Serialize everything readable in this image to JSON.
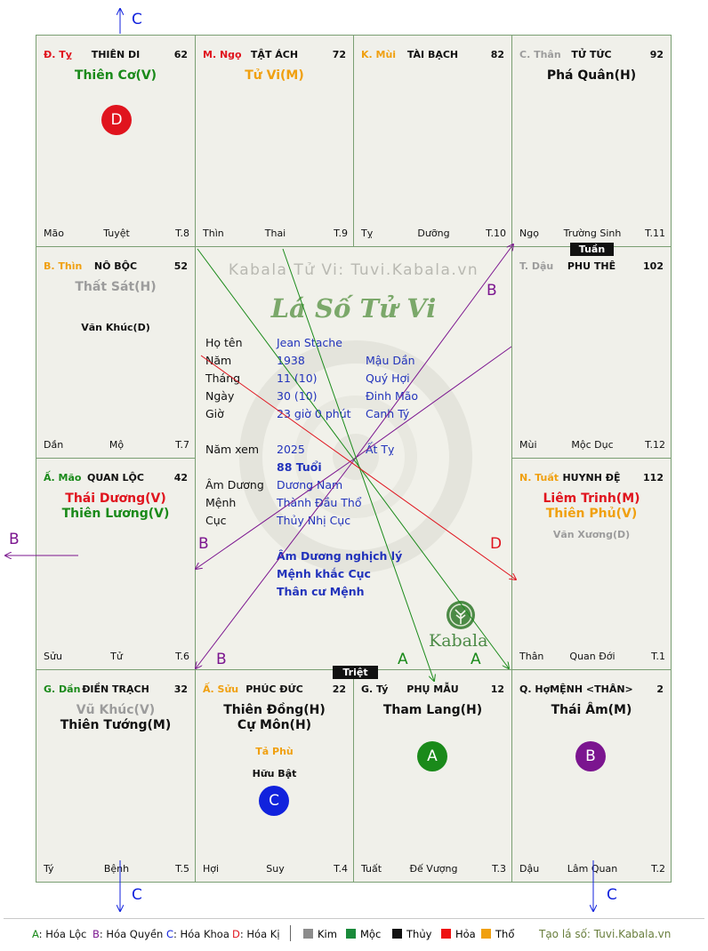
{
  "colors": {
    "green": "#1a8a1a",
    "red": "#e0141e",
    "orange": "#f0a010",
    "gray": "#9c9c9c",
    "purple": "#7b158f",
    "blue": "#2233bb",
    "dark": "#111111"
  },
  "cells": [
    {
      "id": "ty",
      "branch": "Đ. Tỵ",
      "branch_color": "#e0141e",
      "name": "THIÊN DI",
      "age": "62",
      "main": [
        {
          "text": "Thiên Cơ(V)",
          "color": "#1a8a1a"
        }
      ],
      "minor": [],
      "footer": {
        "left": "Mão",
        "mid": "Tuyệt",
        "right": "T.8"
      }
    },
    {
      "id": "ngo",
      "branch": "M. Ngọ",
      "branch_color": "#e0141e",
      "name": "TẬT ÁCH",
      "age": "72",
      "main": [
        {
          "text": "Tử Vi(M)",
          "color": "#f0a010"
        }
      ],
      "minor": [],
      "footer": {
        "left": "Thìn",
        "mid": "Thai",
        "right": "T.9"
      }
    },
    {
      "id": "mui",
      "branch": "K. Mùi",
      "branch_color": "#f0a010",
      "name": "TÀI BẠCH",
      "age": "82",
      "main": [],
      "minor": [],
      "footer": {
        "left": "Tỵ",
        "mid": "Dưỡng",
        "right": "T.10"
      }
    },
    {
      "id": "than",
      "branch": "C. Thân",
      "branch_color": "#9c9c9c",
      "name": "TỬ TỨC",
      "age": "92",
      "main": [
        {
          "text": "Phá Quân(H)",
          "color": "#111111"
        }
      ],
      "minor": [],
      "footer": {
        "left": "Ngọ",
        "mid": "Trường Sinh",
        "right": "T.11"
      }
    },
    {
      "id": "thin",
      "branch": "B. Thìn",
      "branch_color": "#f0a010",
      "name": "NÔ BỘC",
      "age": "52",
      "main": [
        {
          "text": "Thất Sát(H)",
          "color": "#9c9c9c"
        }
      ],
      "minor": [
        {
          "text": "Văn Khúc(D)",
          "color": "#111111"
        }
      ],
      "footer": {
        "left": "Dần",
        "mid": "Mộ",
        "right": "T.7"
      }
    },
    {
      "id": "dau",
      "branch": "T. Dậu",
      "branch_color": "#9c9c9c",
      "name": "PHU THÊ",
      "age": "102",
      "main": [],
      "minor": [],
      "footer": {
        "left": "Mùi",
        "mid": "Mộc Dục",
        "right": "T.12"
      }
    },
    {
      "id": "mao",
      "branch": "Ấ. Mão",
      "branch_color": "#1a8a1a",
      "name": "QUAN LỘC",
      "age": "42",
      "main": [
        {
          "text": "Thái Dương(V)",
          "color": "#e0141e"
        },
        {
          "text": "Thiên Lương(V)",
          "color": "#1a8a1a"
        }
      ],
      "minor": [],
      "footer": {
        "left": "Sửu",
        "mid": "Tử",
        "right": "T.6"
      }
    },
    {
      "id": "tuat",
      "branch": "N. Tuất",
      "branch_color": "#f0a010",
      "name": "HUYNH ĐỆ",
      "age": "112",
      "main": [
        {
          "text": "Liêm Trinh(M)",
          "color": "#e0141e"
        },
        {
          "text": "Thiên Phủ(V)",
          "color": "#f0a010"
        }
      ],
      "minor": [
        {
          "text": "Văn Xương(D)",
          "color": "#9c9c9c"
        }
      ],
      "footer": {
        "left": "Thân",
        "mid": "Quan Đới",
        "right": "T.1"
      }
    },
    {
      "id": "dan",
      "branch": "G. Dần",
      "branch_color": "#1a8a1a",
      "name": "ĐIỀN TRẠCH",
      "age": "32",
      "main": [
        {
          "text": "Vũ Khúc(V)",
          "color": "#9c9c9c"
        },
        {
          "text": "Thiên Tướng(M)",
          "color": "#111111"
        }
      ],
      "minor": [],
      "footer": {
        "left": "Tý",
        "mid": "Bệnh",
        "right": "T.5"
      }
    },
    {
      "id": "suu",
      "branch": "Ấ. Sửu",
      "branch_color": "#f0a010",
      "name": "PHÚC ĐỨC",
      "age": "22",
      "main": [
        {
          "text": "Thiên Đồng(H)",
          "color": "#111111"
        },
        {
          "text": "Cự Môn(H)",
          "color": "#111111"
        }
      ],
      "minor": [
        {
          "text": "Tả Phù",
          "color": "#f0a010"
        },
        {
          "text": "Hữu Bật",
          "color": "#111111"
        }
      ],
      "footer": {
        "left": "Hợi",
        "mid": "Suy",
        "right": "T.4"
      }
    },
    {
      "id": "ty2",
      "branch": "G. Tý",
      "branch_color": "#111111",
      "name": "PHỤ MẪU",
      "age": "12",
      "main": [
        {
          "text": "Tham Lang(H)",
          "color": "#111111"
        }
      ],
      "minor": [],
      "footer": {
        "left": "Tuất",
        "mid": "Đế Vượng",
        "right": "T.3"
      }
    },
    {
      "id": "hoi",
      "branch": "Q. Hợi",
      "branch_color": "#111111",
      "name": "MỆNH <THÂN>",
      "age": "2",
      "main": [
        {
          "text": "Thái Âm(M)",
          "color": "#111111"
        }
      ],
      "minor": [],
      "footer": {
        "left": "Dậu",
        "mid": "Lâm Quan",
        "right": "T.2"
      }
    }
  ],
  "circles": [
    {
      "id": "d",
      "letter": "D",
      "color": "#e0141e"
    },
    {
      "id": "c",
      "letter": "C",
      "color": "#1122dd"
    },
    {
      "id": "a",
      "letter": "A",
      "color": "#1a8a1a"
    },
    {
      "id": "b",
      "letter": "B",
      "color": "#7b158f"
    }
  ],
  "tags": {
    "tuan": "Tuần",
    "triet": "Triệt"
  },
  "center": {
    "watermark": "Kabala Tử Vi: Tuvi.Kabala.vn",
    "title": "Lá Số Tử Vi",
    "rows": [
      {
        "label": "Họ tên",
        "v1": "Jean Stache",
        "v2": ""
      },
      {
        "label": "Năm",
        "v1": "1938",
        "v2": "Mậu Dần"
      },
      {
        "label": "Tháng",
        "v1": "11  (10)",
        "v2": "Quý Hợi"
      },
      {
        "label": "Ngày",
        "v1": "30  (10)",
        "v2": "Đinh Mão"
      },
      {
        "label": "Giờ",
        "v1": "23 giờ 0 phút",
        "v2": "Canh Tý"
      },
      {
        "label": "Năm xem",
        "v1": "2025",
        "v2": "Ất Tỵ"
      },
      {
        "label": "",
        "v1": "88 Tuổi",
        "v2": ""
      },
      {
        "label": "Âm Dương",
        "v1": "Dương Nam",
        "v2": ""
      },
      {
        "label": "Mệnh",
        "v1": "Thành Đầu Thổ",
        "v2": ""
      },
      {
        "label": "Cục",
        "v1": "Thủy Nhị Cục",
        "v2": ""
      }
    ],
    "notes": [
      "Âm Dương nghịch lý",
      "Mệnh khắc Cục",
      "Thân cư Mệnh"
    ],
    "logo_text": "Kabala"
  },
  "arrow_labels": {
    "c": "C",
    "b": "B",
    "a": "A",
    "d": "D"
  },
  "legend": {
    "items": [
      {
        "key": "A",
        "text": ": Hóa Lộc",
        "color": "#1a8a1a"
      },
      {
        "key": "B",
        "text": ": Hóa Quyền",
        "color": "#7b158f"
      },
      {
        "key": "C",
        "text": ": Hóa Khoa",
        "color": "#1122dd"
      },
      {
        "key": "D",
        "text": ": Hóa Kị",
        "color": "#e0141e"
      }
    ],
    "elements": [
      {
        "text": "Kim",
        "color": "#8c8c8c"
      },
      {
        "text": "Mộc",
        "color": "#1a8a3a"
      },
      {
        "text": "Thủy",
        "color": "#111111"
      },
      {
        "text": "Hỏa",
        "color": "#ee1111"
      },
      {
        "text": "Thổ",
        "color": "#f0a010"
      }
    ],
    "site": "Tạo lá số: Tuvi.Kabala.vn"
  }
}
